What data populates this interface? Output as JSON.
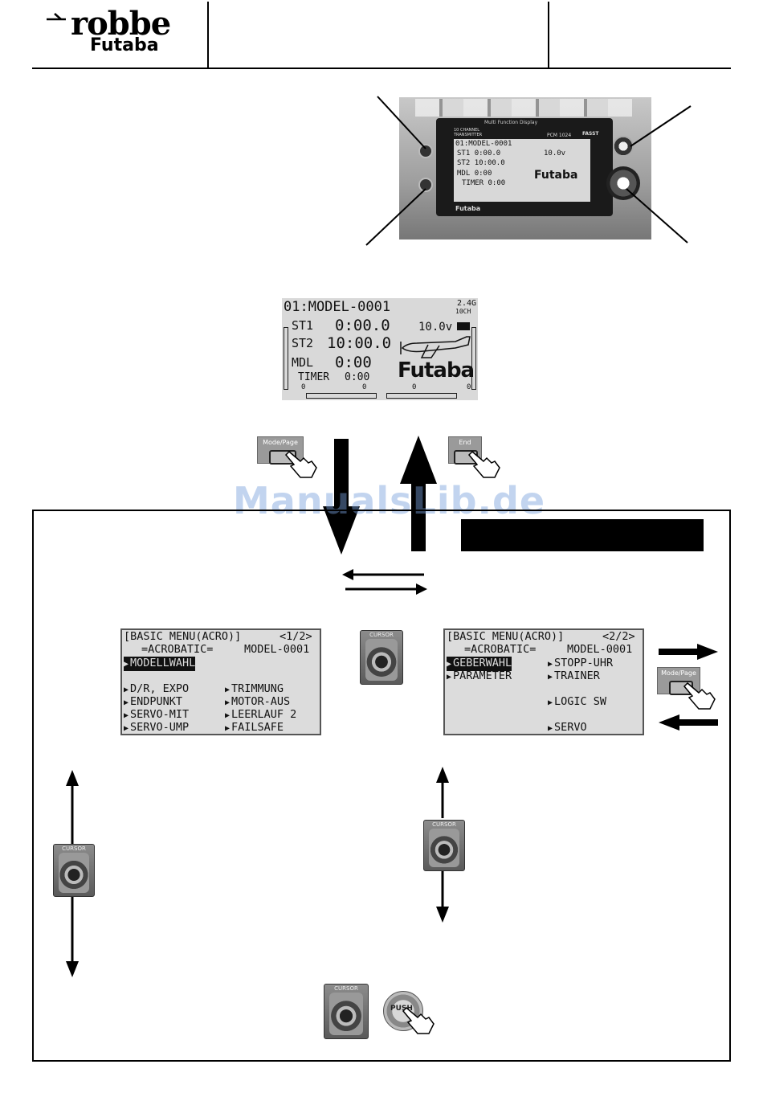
{
  "header": {
    "brand_top": "robbe",
    "brand_bottom": "Futaba"
  },
  "photo": {
    "top_strip": "Multi Function Display",
    "channel_text": "10 CHANNEL TRANSMITTER",
    "pcm_text": "PCM 1024",
    "fasst_text": "FASST",
    "footer_text": "Futaba"
  },
  "home_screen": {
    "model": "01:MODEL-0001",
    "band": "2.4G",
    "channels": "10CH",
    "st1_label": "ST1",
    "st1_value": "0:00.0",
    "st2_label": "ST2",
    "st2_value": "10:00.0",
    "voltage": "10.0v",
    "mdl_label": "MDL",
    "mdl_value": "0:00",
    "timer_label": "TIMER",
    "timer_value": "0:00",
    "brand": "Futaba",
    "trim_marks": [
      "0",
      "0",
      "0",
      "0"
    ]
  },
  "buttons": {
    "mode_page": "Mode/Page",
    "end": "End",
    "cursor": "CURSOR",
    "push": "PUSH"
  },
  "menu1": {
    "title": "[BASIC MENU(ACRO)]",
    "page": "<1/2>",
    "mode": "=ACROBATIC=",
    "model": "MODEL-0001",
    "selected": "MODELLWAHL",
    "left_items": [
      "D/R, EXPO",
      "ENDPUNKT",
      "SERVO-MIT",
      "SERVO-UMP"
    ],
    "right_items": [
      "TRIMMUNG",
      "MOTOR-AUS",
      "LEERLAUF 2",
      "FAILSAFE"
    ]
  },
  "menu2": {
    "title": "[BASIC MENU(ACRO)]",
    "page": "<2/2>",
    "mode": "=ACROBATIC=",
    "model": "MODEL-0001",
    "selected": "GEBERWAHL",
    "left_items": [
      "PARAMETER"
    ],
    "right_items": [
      "STOPP-UHR",
      "TRAINER",
      "LOGIC SW",
      "SERVO"
    ]
  },
  "watermark": "ManualsLib.de",
  "colors": {
    "lcd_bg": "#dcdcdc",
    "ink": "#000000",
    "watermark": "#8fb0e0"
  }
}
